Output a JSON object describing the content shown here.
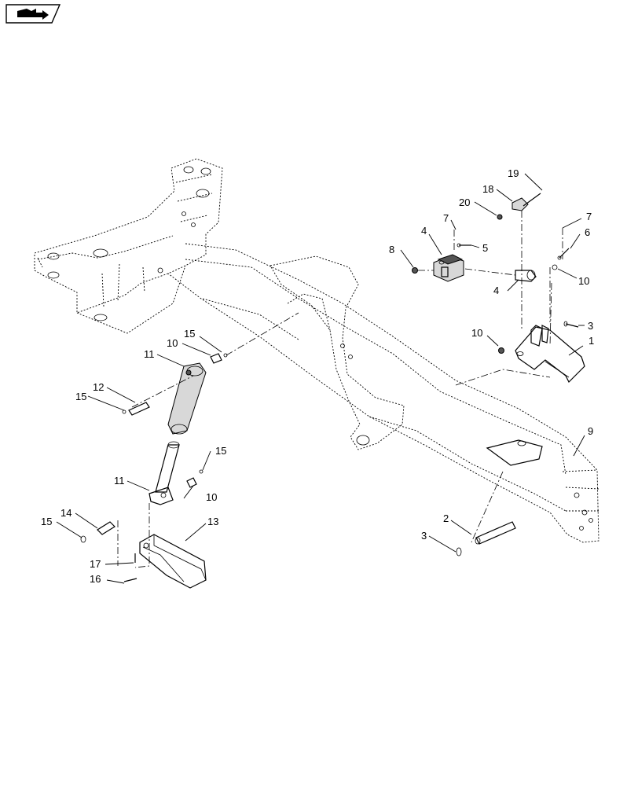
{
  "page": {
    "background": "#ffffff",
    "line_color": "#000000"
  },
  "icons": {
    "nav_icon": "book-arrow-icon"
  },
  "callouts": [
    {
      "id": "c1",
      "text": "1"
    },
    {
      "id": "c2",
      "text": "2"
    },
    {
      "id": "c3a",
      "text": "3"
    },
    {
      "id": "c3b",
      "text": "3"
    },
    {
      "id": "c4a",
      "text": "4"
    },
    {
      "id": "c4b",
      "text": "4"
    },
    {
      "id": "c5",
      "text": "5"
    },
    {
      "id": "c6",
      "text": "6"
    },
    {
      "id": "c7a",
      "text": "7"
    },
    {
      "id": "c7b",
      "text": "7"
    },
    {
      "id": "c8",
      "text": "8"
    },
    {
      "id": "c9",
      "text": "9"
    },
    {
      "id": "c10a",
      "text": "10"
    },
    {
      "id": "c10b",
      "text": "10"
    },
    {
      "id": "c10c",
      "text": "10"
    },
    {
      "id": "c10d",
      "text": "10"
    },
    {
      "id": "c11a",
      "text": "11"
    },
    {
      "id": "c11b",
      "text": "11"
    },
    {
      "id": "c12",
      "text": "12"
    },
    {
      "id": "c13",
      "text": "13"
    },
    {
      "id": "c14",
      "text": "14"
    },
    {
      "id": "c15a",
      "text": "15"
    },
    {
      "id": "c15b",
      "text": "15"
    },
    {
      "id": "c15c",
      "text": "15"
    },
    {
      "id": "c15d",
      "text": "15"
    },
    {
      "id": "c16",
      "text": "16"
    },
    {
      "id": "c17",
      "text": "17"
    },
    {
      "id": "c18",
      "text": "18"
    },
    {
      "id": "c19",
      "text": "19"
    },
    {
      "id": "c20",
      "text": "20"
    }
  ]
}
